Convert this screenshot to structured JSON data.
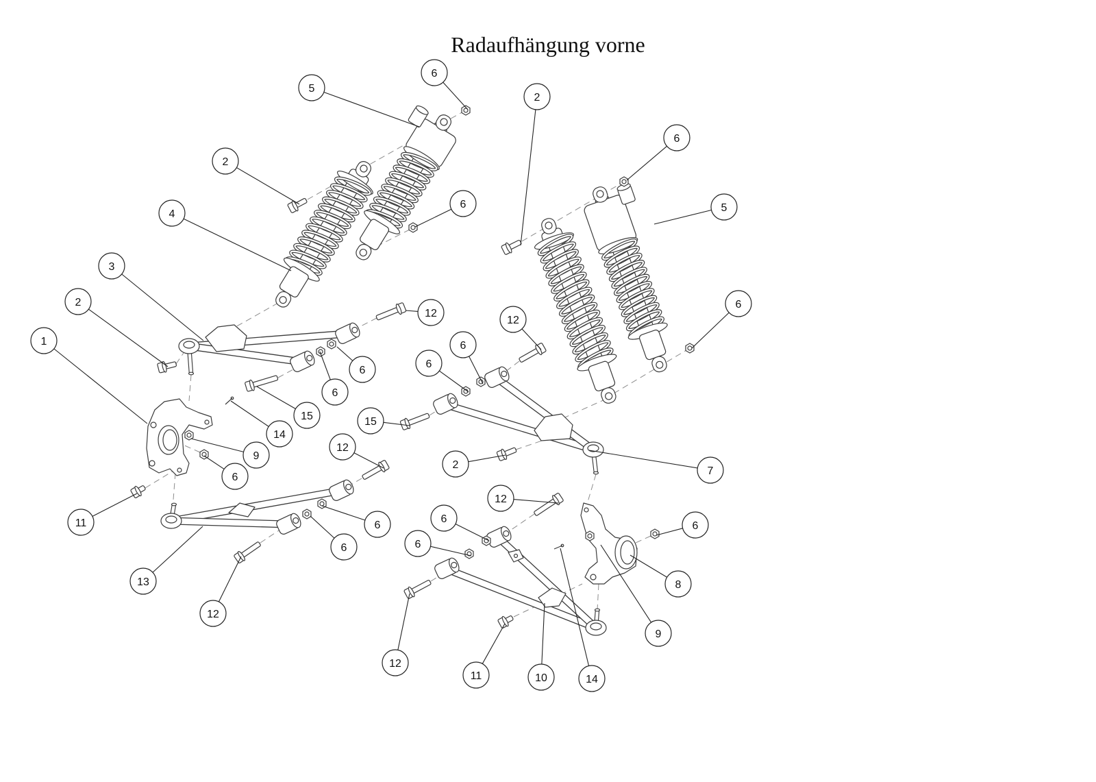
{
  "title": "Radaufhängung vorne",
  "callouts": [
    "6",
    "5",
    "2",
    "2",
    "6",
    "4",
    "6",
    "5",
    "3",
    "2",
    "12",
    "6",
    "12",
    "1",
    "6",
    "6",
    "6",
    "6",
    "15",
    "14",
    "15",
    "9",
    "12",
    "2",
    "6",
    "7",
    "11",
    "12",
    "6",
    "6",
    "6",
    "6",
    "6",
    "13",
    "8",
    "12",
    "9",
    "12",
    "11",
    "10",
    "14"
  ],
  "colors": {
    "line": "#3a3a3a",
    "background": "#ffffff"
  }
}
